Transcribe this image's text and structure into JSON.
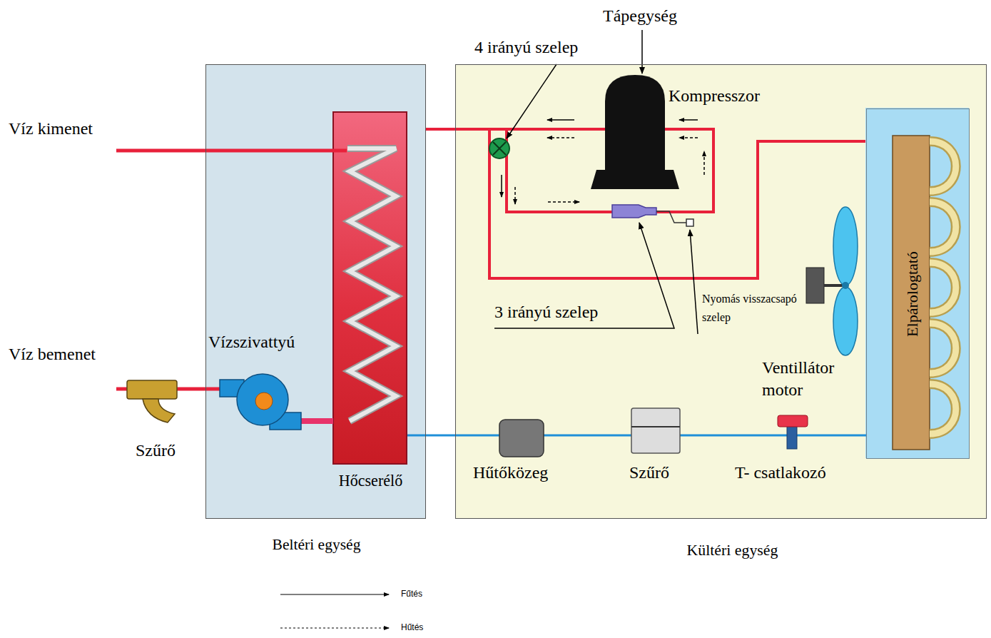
{
  "diagram": {
    "nodes": [
      {
        "text": [
          "Beltéri egység"
        ]
      },
      {
        "text": [
          "Hőcserélő"
        ],
        "in": 0
      },
      {
        "text": [
          "Kültéri egység"
        ]
      },
      {
        "text": [
          "Elpárologtató"
        ],
        "in": 2
      }
    ],
    "edges": [
      {
        "from": 1,
        "to": 3,
        "arrow": "none"
      }
    ],
    "labels": [
      "Víz kimenet",
      "Víz bemenet",
      "Vízszivattyú",
      "Szűrő",
      "Tápegység",
      "4 irányú szelep",
      "Kompresszor",
      "3 irányú szelep",
      "Nyomás visszacsapó szelep",
      "Ventillátor motor",
      "Hűtőközeg",
      "Szűrő",
      "T- csatlakozó"
    ],
    "legend": [
      {
        "text": "Fűtés"
      },
      {
        "text": "Hűtés"
      }
    ]
  }
}
